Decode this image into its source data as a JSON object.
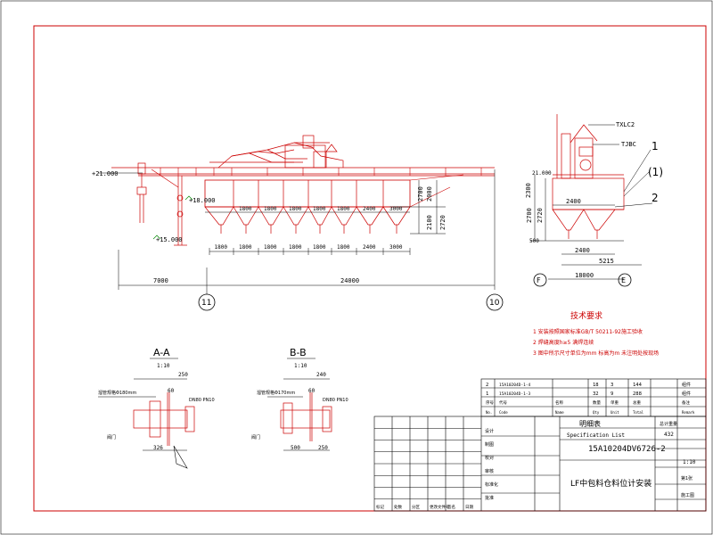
{
  "dims": {
    "top_total_left": "7000",
    "top_total_right": "24000",
    "bottom_spans": [
      "1800",
      "1800",
      "1800",
      "1800",
      "1800",
      "1800",
      "2400",
      "3000"
    ],
    "upper_spans": [
      "1800",
      "1800",
      "1800",
      "1800",
      "1800",
      "2400",
      "3000"
    ],
    "elev_left": "+21.000",
    "elev_mid": "+18.000",
    "elev_low": "+15.000",
    "vert_a": "2700",
    "vert_b": "2000",
    "vert_c": "2100",
    "vert_d": "2720",
    "side_top": "2400",
    "side_bottom": "2400",
    "side_offset": "5215",
    "side_total": "18000",
    "side_v1": "2300",
    "side_v2": "2700",
    "side_v3": "2720",
    "side_v4": "500",
    "side_elev": "21.000"
  },
  "axis_marks": {
    "a": "11",
    "b": "10",
    "c": "F",
    "d": "E"
  },
  "callouts": {
    "one": "1",
    "one_circle": "(1)",
    "two": "2",
    "tag1": "TXLC2",
    "tag2": "TJBC"
  },
  "sections": {
    "aa_title": "A-A",
    "aa_scale": "1:10",
    "bb_title": "B-B",
    "bb_scale": "1:10",
    "aa_dims": {
      "top": "250",
      "mid": "60",
      "bot": "326"
    },
    "aa_labels": {
      "l1": "溜管规格Φ180mm",
      "l2": "DN80 PN10",
      "l3": "阀门"
    },
    "bb_dims": {
      "top": "240",
      "mid": "60",
      "bot": "500",
      "bot2": "250"
    },
    "bb_labels": {
      "l1": "溜管规格Φ170mm",
      "l2": "DN80 PN10",
      "l3": "阀门"
    }
  },
  "notes": {
    "title": "技术要求",
    "items": [
      "1 安装按照国家标准GB/T 50211-92施工验收",
      "2 焊缝高度h≥5 满焊连续",
      "3 图中所示尺寸单位为mm 标高为m 未注明处按现场"
    ]
  },
  "parts": {
    "rows": [
      {
        "no": "2",
        "code": "15A10204D-1-4",
        "qty": "18",
        "mass": "3",
        "total": "144",
        "rem": "组件"
      },
      {
        "no": "1",
        "code": "15A10204D-1-3",
        "qty": "32",
        "mass": "9",
        "total": "288",
        "rem": "组件"
      }
    ],
    "header": [
      "序号",
      "代号",
      "名称",
      "数量",
      "单重",
      "总重",
      "备注"
    ],
    "header_en": [
      "No.",
      "Code",
      "Name",
      "Qty",
      "Unit",
      "Total",
      "Remark"
    ],
    "title_cn": "明细表",
    "title_en": "Specification List",
    "total_label": "总计重量",
    "total_value": "432"
  },
  "title_block": {
    "drawing_no": "15A10204DV6726-2",
    "name": "LF中包料仓料位计安装",
    "scale": "1:10",
    "sheet": "第1张",
    "rows_left": [
      "设计",
      "制图",
      "校对",
      "审核",
      "标准化",
      "批准"
    ],
    "rev_cols": [
      "标记",
      "处数",
      "分区",
      "更改文件号",
      "签名",
      "日期"
    ],
    "stage": "施工图"
  }
}
